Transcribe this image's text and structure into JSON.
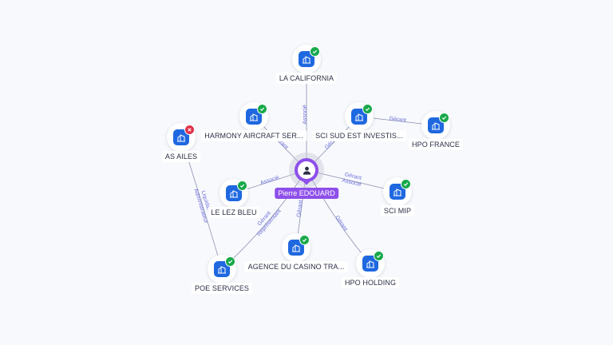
{
  "person": {
    "name": "Pierre EDOUARD",
    "icon": "person-icon",
    "color": "#8e4fea"
  },
  "companies": [
    {
      "id": "la-california",
      "label": "LA CALIFORNIA",
      "status": "active",
      "icon": "company-icon"
    },
    {
      "id": "harmony-aircraft",
      "label": "HARMONY AIRCRAFT SER...",
      "status": "active",
      "icon": "company-icon"
    },
    {
      "id": "sci-sud-est",
      "label": "SCI SUD EST INVESTIS...",
      "status": "active",
      "icon": "company-icon"
    },
    {
      "id": "hpo-france",
      "label": "HPO FRANCE",
      "status": "active",
      "icon": "company-icon"
    },
    {
      "id": "as-ailes",
      "label": "AS AILES",
      "status": "inactive",
      "icon": "company-icon"
    },
    {
      "id": "le-lez-bleu",
      "label": "LE LEZ BLEU",
      "status": "active",
      "icon": "company-icon"
    },
    {
      "id": "sci-mip",
      "label": "SCI MIP",
      "status": "active",
      "icon": "company-icon"
    },
    {
      "id": "agence-casino",
      "label": "AGENCE DU CASINO TRA...",
      "status": "active",
      "icon": "company-icon"
    },
    {
      "id": "hpo-holding",
      "label": "HPO HOLDING",
      "status": "active",
      "icon": "company-icon"
    },
    {
      "id": "poe-services",
      "label": "POE SERVICES",
      "status": "active",
      "icon": "company-icon"
    }
  ],
  "edges": [
    {
      "from": "person",
      "to": "la-california",
      "labels": [
        "Associé"
      ]
    },
    {
      "from": "person",
      "to": "harmony-aircraft",
      "labels": [
        "Gérant"
      ]
    },
    {
      "from": "person",
      "to": "sci-sud-est",
      "labels": [
        "Gérant"
      ]
    },
    {
      "from": "sci-sud-est",
      "to": "hpo-france",
      "labels": [
        "Gérant"
      ]
    },
    {
      "from": "person",
      "to": "le-lez-bleu",
      "labels": [
        "Associé"
      ]
    },
    {
      "from": "person",
      "to": "sci-mip",
      "labels": [
        "Gérant",
        "Associé"
      ]
    },
    {
      "from": "person",
      "to": "agence-casino",
      "labels": [
        "Gérant"
      ]
    },
    {
      "from": "person",
      "to": "hpo-holding",
      "labels": [
        "Gérant"
      ]
    },
    {
      "from": "person",
      "to": "poe-services",
      "labels": [
        "Gérant",
        "Représentant"
      ]
    },
    {
      "from": "poe-services",
      "to": "as-ailes",
      "labels": [
        "Liquidateur",
        "Administrateur"
      ]
    }
  ],
  "colors": {
    "company_tile": "#1f68e0",
    "status_ok": "#18a94b",
    "status_ko": "#e0324b",
    "edge": "#8a90b0",
    "edge_label": "#6d6fd9"
  }
}
